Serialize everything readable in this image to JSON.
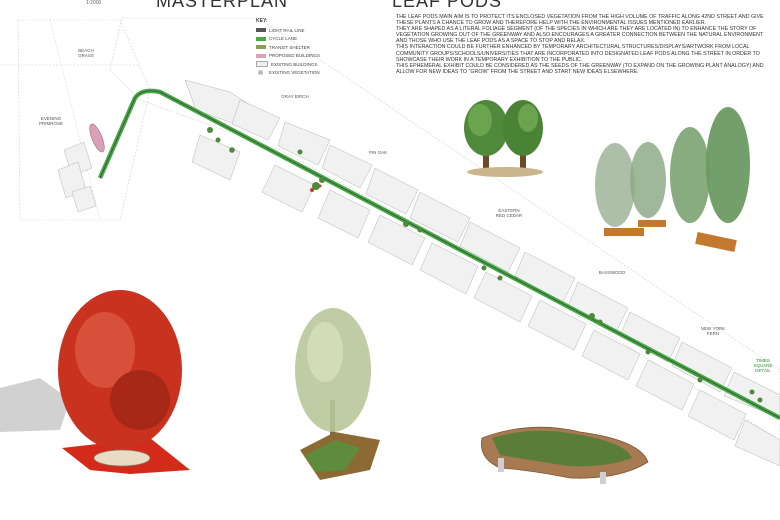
{
  "headings": {
    "masterplan": "MASTERPLAN",
    "leaf_pods": "LEAF PODS"
  },
  "scale": "1:2000",
  "legend": {
    "title": "KEY:",
    "items": [
      {
        "label": "LIGHT RAIL LINE",
        "color": "#555555"
      },
      {
        "label": "CYCLE LANE",
        "color": "#3fae3f"
      },
      {
        "label": "TRANSIT SHELTER",
        "color": "#8aa04a"
      },
      {
        "label": "PROPOSED BUILDINGS",
        "color": "#d9a0b8"
      },
      {
        "label": "EXISTING BUILDINGS",
        "color": "#eeeeee"
      },
      {
        "label": "EXISTING VEGETATION",
        "color": "#bbbbbb"
      }
    ]
  },
  "description": [
    "THE LEAF PODS MAIN AIM IS TO PROTECT ITS ENCLOSED VEGETATION FROM THE HIGH VOLUME OF TRAFFIC ALONG 42ND STREET AND GIVE THESE PLANTS A CHANCE TO GROW AND THEREFORE HELP WITH THE ENVIRONMENTAL ISSUES MENTIONED EARLIER.",
    "THEY ARE SHAPED AS A LITERAL FOLIAGE SEGMENT (OF THE SPECIES IN WHICH ARE THEY ARE LOCATED IN) TO ENHANCE THE STORY OF VEGETATION GROWING OUT OF THE GREENWAY AND ALSO ENCOURAGES A GREATER CONNECTION BETWEEN THE NATURAL ENVIRONMENT AND THOSE WHO USE THE LEAF PODS AS A SPACE TO STOP AND RELAX.",
    "THIS INTERACTION COULD BE FURTHER ENHANCED BY TEMPORARY ARCHITECTURAL STRUCTURES/DISPLAYS/ARTWORK FROM LOCAL COMMUNITY GROUPS/SCHOOLS/UNIVERSITIES THAT ARE INCORPORATED INTO DESIGNATED LEAF PODS ALONG THE STREET IN ORDER TO SHOWCASE THEIR WORK IN A TEMPORARY EXHIBITION TO THE PUBLIC.",
    "THIS EPHEMERAL EXHIBIT COULD BE CONSIDERED AS THE SEEDS OF THE GREENWAY (TO EXPAND ON THE GROWING PLANT ANALOGY) AND ALLOW FOR NEW IDEAS TO \"GROW\" FROM THE STREET AND START NEW IDEAS ELSEWHERE."
  ],
  "map_labels": {
    "beach_grass": "BEACH GRASS",
    "evening_primrose": "EVENING PRIMROSE",
    "gray_birch": "GRAY BIRCH",
    "pin_oak": "PIN OAK",
    "eastern_red_cedar": "EASTERN RED CEDAR",
    "basswood": "BASSWOOD",
    "new_york_fern": "NEW YORK FERN",
    "times_square_detail": "TIMES SQUARE DETAIL"
  },
  "colors": {
    "greenway": "#3fae3f",
    "rail": "#4d4d4d",
    "red_tree": "#c9321f",
    "red_shadow": "#d42a1a",
    "foliage": "#4f8a3a"
  }
}
